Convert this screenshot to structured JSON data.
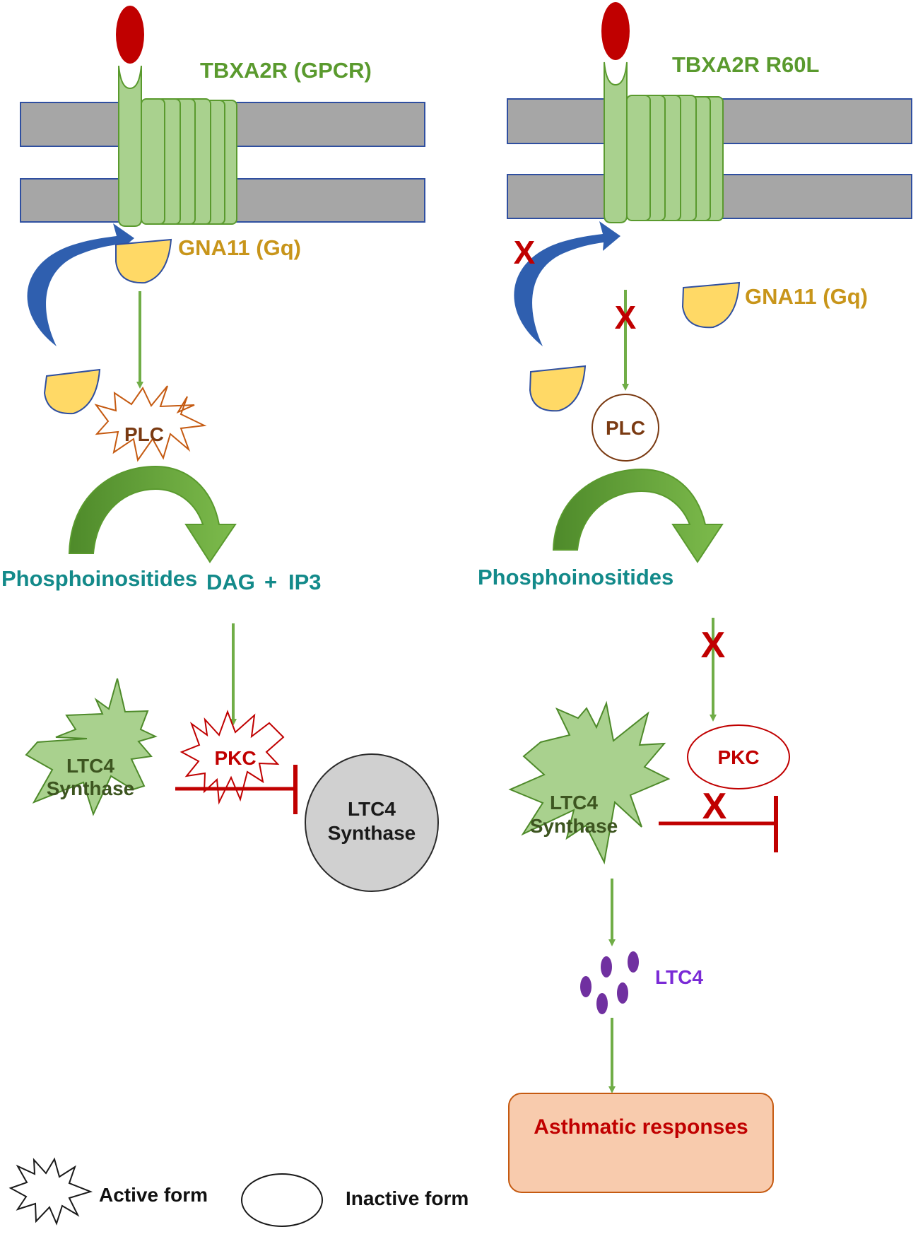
{
  "left_panel": {
    "receptor_label": "TBXA2R (GPCR)",
    "g_protein_label": "GNA11 (Gq)",
    "plc_label": "PLC",
    "substrate_label": "Phosphoinositides",
    "products_dag": "DAG",
    "products_plus": "+",
    "products_ip3": "IP3",
    "pkc_label": "PKC",
    "ltc4s_active_line1": "LTC4",
    "ltc4s_active_line2": "Synthase",
    "ltc4s_inactive_line1": "LTC4",
    "ltc4s_inactive_line2": "Synthase"
  },
  "right_panel": {
    "receptor_label": "TBXA2R R60L",
    "g_protein_label": "GNA11 (Gq)",
    "plc_label": "PLC",
    "substrate_label": "Phosphoinositides",
    "pkc_label": "PKC",
    "ltc4s_line1": "LTC4",
    "ltc4s_line2": "Synthase",
    "ltc4_label": "LTC4",
    "outcome_label": "Asthmatic responses"
  },
  "legend": {
    "active_label": "Active form",
    "inactive_label": "Inactive form"
  },
  "colors": {
    "membrane": "#a6a6a6",
    "membrane_border": "#2f4fa0",
    "receptor": "#a9d18e",
    "receptor_border": "#5a9a2e",
    "ligand": "#c00000",
    "g_protein": "#ffd966",
    "g_protein_border": "#2f4fa0",
    "blue_arrow": "#2f5faf",
    "green_arrow": "#70ad47",
    "inhibition": "#c00000",
    "ltc4": "#7030a0",
    "outcome_box": "#f8cbad",
    "outcome_border": "#c55a11"
  }
}
